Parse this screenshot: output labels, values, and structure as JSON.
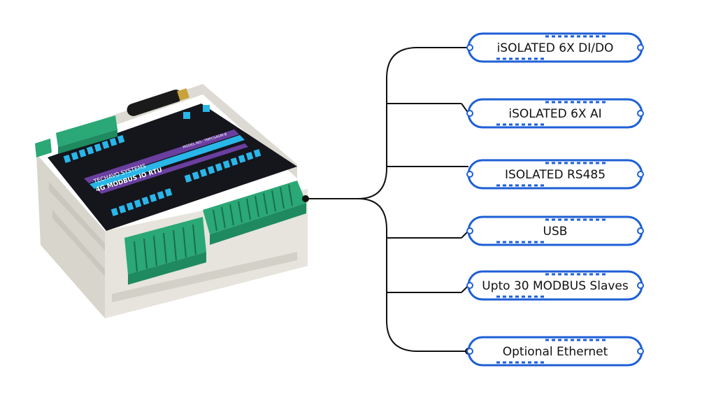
{
  "device": {
    "brand": "TECHAVO SYSTEMS",
    "model": "4G MODBUS IO RTU",
    "model_no": "MODEL NO.: TMPCS4GM-8"
  },
  "features": [
    {
      "label": "iSOLATED 6X DI/DO"
    },
    {
      "label": "iSOLATED 6X AI"
    },
    {
      "label": "ISOLATED RS485"
    },
    {
      "label": "USB"
    },
    {
      "label": "Upto 30 MODBUS Slaves"
    },
    {
      "label": "Optional Ethernet"
    }
  ],
  "colors": {
    "pill_border": "#1e5fd6",
    "connector": "#111111",
    "device_top": "#15151c",
    "accent_cyan": "#29b6e8",
    "accent_purple": "#6a3fa0",
    "terminal_green": "#2aa876",
    "enclosure": "#e4e2da"
  }
}
